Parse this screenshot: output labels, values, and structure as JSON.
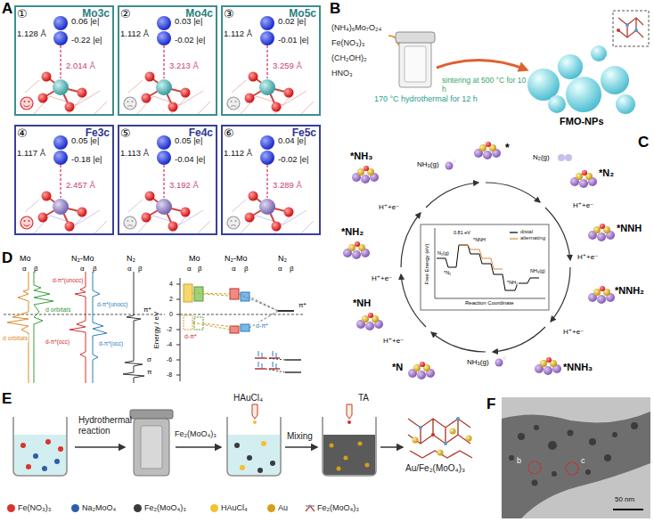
{
  "diagram": {
    "nodes": [
      {
        "text": [
          "①",
          "Mo3c",
          "1.128 Å",
          "0.06 |e|",
          "-0.22 |e|",
          "2.014 Å"
        ]
      },
      {
        "text": [
          "②",
          "Mo4c",
          "1.112 Å",
          "0.03 |e|",
          "-0.02 |e|",
          "3.213 Å"
        ]
      },
      {
        "text": [
          "③",
          "Mo5c",
          "1.112 Å",
          "0.02 |e|",
          "-0.01 |e|",
          "3.259 Å"
        ]
      },
      {
        "text": [
          "④",
          "Fe3c",
          "1.117 Å",
          "0.05 |e|",
          "-0.18 |e|",
          "2.457 Å"
        ]
      },
      {
        "text": [
          "⑤",
          "Fe4c",
          "1.113 Å",
          "0.05 |e|",
          "-0.04 |e|",
          "3.192 Å"
        ]
      },
      {
        "text": [
          "⑥",
          "Fe5c",
          "1.112 Å",
          "0.04 |e|",
          "-0.02 |e|",
          "3.289 Å"
        ]
      }
    ],
    "labels": [
      "A",
      "B",
      "(NH₄)₆Mo₇O₂₄",
      "Fe(NO₃)₃",
      "(CH₂OH)₂",
      "HNO₃",
      "170 °C hydrothermal for 12 h",
      "sintering at 500 °C for 10 h",
      "FMO-NPs",
      "C",
      "*",
      "*N₂",
      "*NNH",
      "*NNH₂",
      "*NNH₃",
      "*N",
      "*NH",
      "*NH₂",
      "*NH₃",
      "NH₃(g)",
      "N₂(g)",
      "NH₃(g)",
      "H⁺+e⁻",
      "H⁺+e⁻",
      "H⁺+e⁻",
      "H⁺+e⁻",
      "H⁺+e⁻",
      "H⁺+e⁻",
      "Free Energy (eV)",
      "Reaction Coordinate",
      "N₂(g)",
      "*N₂",
      "0.81 eV",
      "*NNH",
      "*NH₂",
      "NH₃(g)",
      "D",
      "Mo",
      "N₂-Mo",
      "N₂",
      "α",
      "β",
      "α",
      "β",
      "α",
      "β",
      "Energy / eV",
      "4",
      "2",
      "0",
      "-2",
      "-4",
      "-6",
      "-8",
      "Mo",
      "N₂-Mo",
      "N₂",
      "α",
      "β",
      "α",
      "β",
      "α",
      "β",
      "d orbitals",
      "d orbitals",
      "d-π*(unocc)",
      "d-π*(unocc)",
      "π*",
      "d-π*(occ)",
      "d-π*(occ)",
      "σ",
      "π",
      "d-π*",
      "d-π*",
      "π*",
      "E",
      "Hydrothermal reaction",
      "Fe₂(MoO₄)₃",
      "HAuCl₄",
      "Mixing",
      "TA",
      "Au/Fe₂(MoO₄)₃",
      "F",
      "b",
      "c",
      "50 nm"
    ],
    "legend": [
      {
        "text": "distal"
      },
      {
        "text": "alternating"
      },
      {
        "text": "Fe(NO₃)₃",
        "color": "#d9342b"
      },
      {
        "text": "Na₂MoO₄",
        "color": "#2b5fa8"
      },
      {
        "text": "Fe₂(MoO₄)₃",
        "color": "#3a3a3a"
      },
      {
        "text": "HAuCl₄",
        "color": "#f2c230"
      },
      {
        "text": "Au",
        "color": "#d4a017"
      },
      {
        "text": "Fe₂(MoO₄)₃"
      }
    ]
  }
}
